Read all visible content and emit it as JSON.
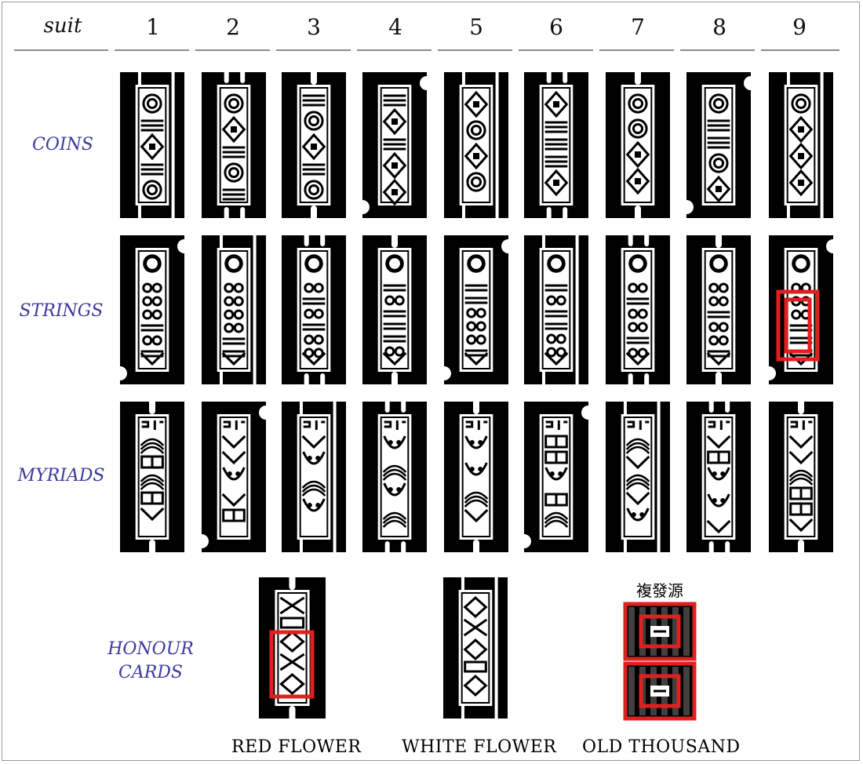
{
  "header": {
    "suit_label": "suit",
    "ranks": [
      "1",
      "2",
      "3",
      "4",
      "5",
      "6",
      "7",
      "8",
      "9"
    ]
  },
  "rows": [
    {
      "label": "COINS"
    },
    {
      "label": "STRINGS"
    },
    {
      "label": "MYRIADS"
    },
    {
      "label_line1": "HONOUR",
      "label_line2": "CARDS"
    }
  ],
  "honour_cards": [
    {
      "name": "RED FLOWER"
    },
    {
      "name": "WHITE FLOWER"
    },
    {
      "name": "OLD THOUSAND",
      "seal_text": "複發源"
    }
  ],
  "colors": {
    "card_black": "#000000",
    "card_white": "#ffffff",
    "highlight_red": "#e02020",
    "label_blue": "#3a3aa0"
  },
  "highlights": [
    {
      "card": "STRINGS 9"
    },
    {
      "card": "RED FLOWER"
    },
    {
      "card": "OLD THOUSAND"
    }
  ]
}
